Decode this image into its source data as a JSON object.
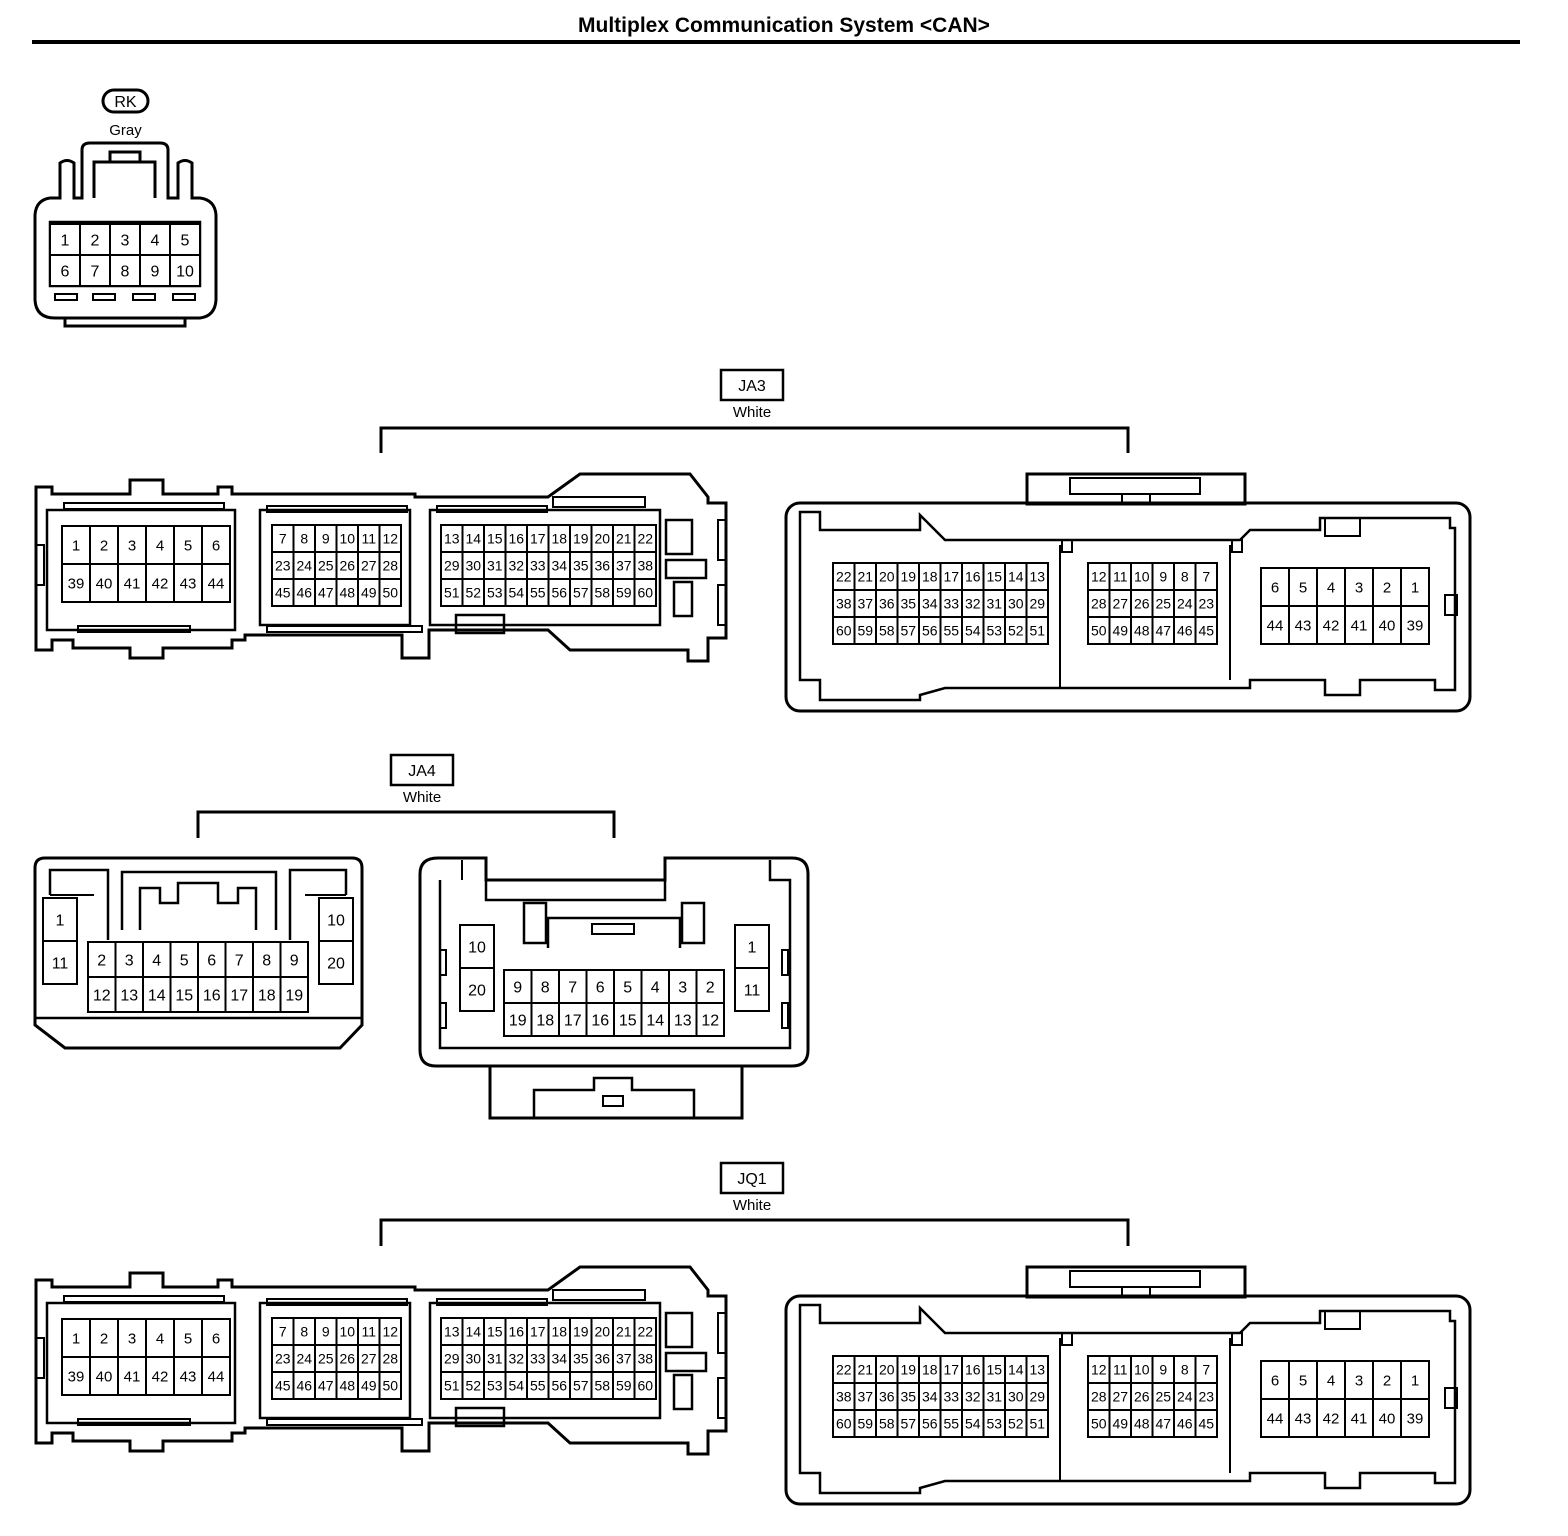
{
  "title": "Multiplex Communication System <CAN>",
  "connectors": {
    "rk": {
      "code": "RK",
      "color": "Gray",
      "pins": [
        [
          "1",
          "2",
          "3",
          "4",
          "5"
        ],
        [
          "6",
          "7",
          "8",
          "9",
          "10"
        ]
      ]
    },
    "ja3": {
      "code": "JA3",
      "color": "White",
      "male": {
        "block_a": [
          [
            "1",
            "2",
            "3",
            "4",
            "5",
            "6"
          ],
          [
            "39",
            "40",
            "41",
            "42",
            "43",
            "44"
          ]
        ],
        "block_b": [
          [
            "7",
            "8",
            "9",
            "10",
            "11",
            "12"
          ],
          [
            "23",
            "24",
            "25",
            "26",
            "27",
            "28"
          ],
          [
            "45",
            "46",
            "47",
            "48",
            "49",
            "50"
          ]
        ],
        "block_c": [
          [
            "13",
            "14",
            "15",
            "16",
            "17",
            "18",
            "19",
            "20",
            "21",
            "22"
          ],
          [
            "29",
            "30",
            "31",
            "32",
            "33",
            "34",
            "35",
            "36",
            "37",
            "38"
          ],
          [
            "51",
            "52",
            "53",
            "54",
            "55",
            "56",
            "57",
            "58",
            "59",
            "60"
          ]
        ]
      },
      "female": {
        "block_a": [
          [
            "22",
            "21",
            "20",
            "19",
            "18",
            "17",
            "16",
            "15",
            "14",
            "13"
          ],
          [
            "38",
            "37",
            "36",
            "35",
            "34",
            "33",
            "32",
            "31",
            "30",
            "29"
          ],
          [
            "60",
            "59",
            "58",
            "57",
            "56",
            "55",
            "54",
            "53",
            "52",
            "51"
          ]
        ],
        "block_b": [
          [
            "12",
            "11",
            "10",
            "9",
            "8",
            "7"
          ],
          [
            "28",
            "27",
            "26",
            "25",
            "24",
            "23"
          ],
          [
            "50",
            "49",
            "48",
            "47",
            "46",
            "45"
          ]
        ],
        "block_c": [
          [
            "6",
            "5",
            "4",
            "3",
            "2",
            "1"
          ],
          [
            "44",
            "43",
            "42",
            "41",
            "40",
            "39"
          ]
        ]
      }
    },
    "ja4": {
      "code": "JA4",
      "color": "White",
      "male": {
        "left": [
          [
            "1"
          ],
          [
            "11"
          ]
        ],
        "center": [
          [
            "2",
            "3",
            "4",
            "5",
            "6",
            "7",
            "8",
            "9"
          ],
          [
            "12",
            "13",
            "14",
            "15",
            "16",
            "17",
            "18",
            "19"
          ]
        ],
        "right": [
          [
            "10"
          ],
          [
            "20"
          ]
        ]
      },
      "female": {
        "left": [
          [
            "10"
          ],
          [
            "20"
          ]
        ],
        "center": [
          [
            "9",
            "8",
            "7",
            "6",
            "5",
            "4",
            "3",
            "2"
          ],
          [
            "19",
            "18",
            "17",
            "16",
            "15",
            "14",
            "13",
            "12"
          ]
        ],
        "right": [
          [
            "1"
          ],
          [
            "11"
          ]
        ]
      }
    },
    "jq1": {
      "code": "JQ1",
      "color": "White",
      "male": {
        "block_a": [
          [
            "1",
            "2",
            "3",
            "4",
            "5",
            "6"
          ],
          [
            "39",
            "40",
            "41",
            "42",
            "43",
            "44"
          ]
        ],
        "block_b": [
          [
            "7",
            "8",
            "9",
            "10",
            "11",
            "12"
          ],
          [
            "23",
            "24",
            "25",
            "26",
            "27",
            "28"
          ],
          [
            "45",
            "46",
            "47",
            "48",
            "49",
            "50"
          ]
        ],
        "block_c": [
          [
            "13",
            "14",
            "15",
            "16",
            "17",
            "18",
            "19",
            "20",
            "21",
            "22"
          ],
          [
            "29",
            "30",
            "31",
            "32",
            "33",
            "34",
            "35",
            "36",
            "37",
            "38"
          ],
          [
            "51",
            "52",
            "53",
            "54",
            "55",
            "56",
            "57",
            "58",
            "59",
            "60"
          ]
        ]
      },
      "female": {
        "block_a": [
          [
            "22",
            "21",
            "20",
            "19",
            "18",
            "17",
            "16",
            "15",
            "14",
            "13"
          ],
          [
            "38",
            "37",
            "36",
            "35",
            "34",
            "33",
            "32",
            "31",
            "30",
            "29"
          ],
          [
            "60",
            "59",
            "58",
            "57",
            "56",
            "55",
            "54",
            "53",
            "52",
            "51"
          ]
        ],
        "block_b": [
          [
            "12",
            "11",
            "10",
            "9",
            "8",
            "7"
          ],
          [
            "28",
            "27",
            "26",
            "25",
            "24",
            "23"
          ],
          [
            "50",
            "49",
            "48",
            "47",
            "46",
            "45"
          ]
        ],
        "block_c": [
          [
            "6",
            "5",
            "4",
            "3",
            "2",
            "1"
          ],
          [
            "44",
            "43",
            "42",
            "41",
            "40",
            "39"
          ]
        ]
      }
    }
  }
}
